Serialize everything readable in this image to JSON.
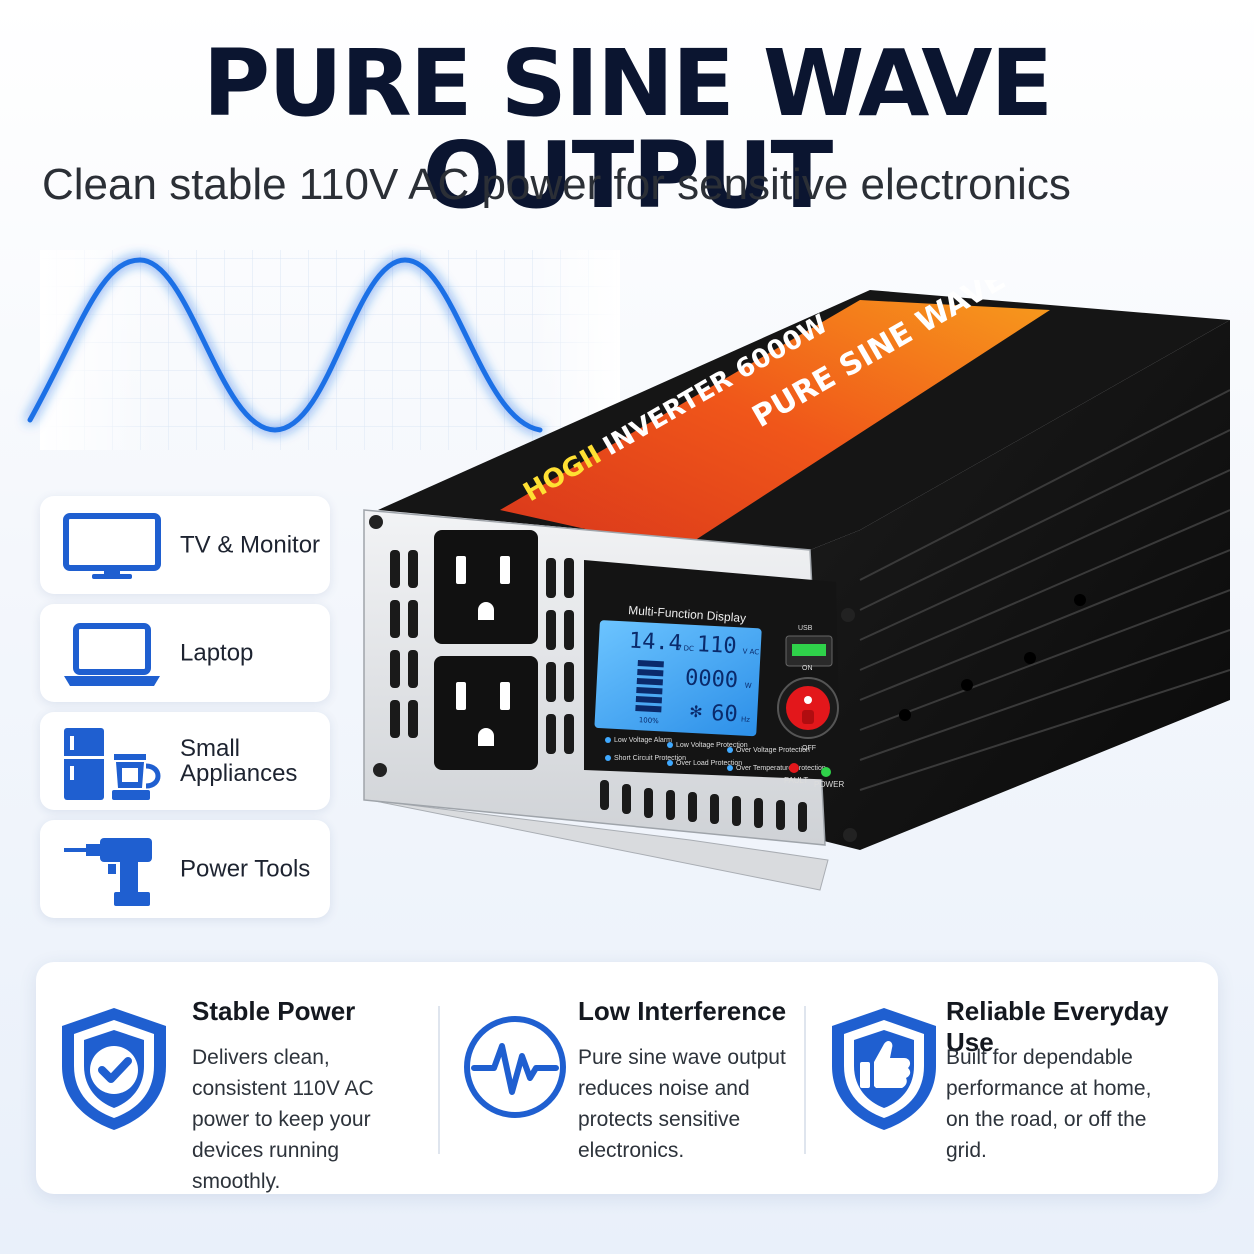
{
  "headline": "PURE SINE WAVE OUTPUT",
  "subheadline": "Clean stable 110V AC power for sensitive electronics",
  "use_cases": [
    {
      "label": "TV & Monitor",
      "icon": "tv-icon"
    },
    {
      "label": "Laptop",
      "icon": "laptop-icon"
    },
    {
      "label": "Small Appliances",
      "icon": "appliances-icon"
    },
    {
      "label": "Power Tools",
      "icon": "drill-icon"
    }
  ],
  "device": {
    "brand": "HOGII",
    "model_label": "INVERTER 6000W",
    "wave_label": "PURE SINE WAVE",
    "display_title": "Multi-Function Display",
    "lcd": {
      "input_voltage": "14.4",
      "input_unit": "V DC",
      "output_voltage": "110",
      "output_unit": "V AC",
      "power": "0000",
      "power_unit": "W",
      "frequency": "60",
      "frequency_unit": "Hz",
      "battery_label": "100%"
    },
    "protections": [
      "Low Voltage Alarm",
      "Low Voltage Protection",
      "Over Voltage Protection",
      "Short Circuit Protection",
      "Over Load Protection",
      "Over Temperature Protection"
    ],
    "usb_label": "USB",
    "switch_on": "ON",
    "switch_off": "OFF",
    "fault_label": "FAULT",
    "power_label": "POWER"
  },
  "features": [
    {
      "title": "Stable Power",
      "desc": "Delivers clean, consistent 110V AC power to keep your devices running smoothly.",
      "icon": "shield-check-icon"
    },
    {
      "title": "Low Interference",
      "desc": "Pure sine wave output reduces noise and protects sensitive electronics.",
      "icon": "waveform-icon"
    },
    {
      "title": "Reliable Everyday Use",
      "desc": "Built for dependable performance at home, on the road, or off the grid.",
      "icon": "shield-thumbs-up-icon"
    }
  ],
  "colors": {
    "accent_blue": "#1f5fd0",
    "headline_navy": "#0b1530",
    "device_orange": "#f07a12",
    "device_red": "#d8361b",
    "lcd_blue": "#3fa9ff"
  }
}
